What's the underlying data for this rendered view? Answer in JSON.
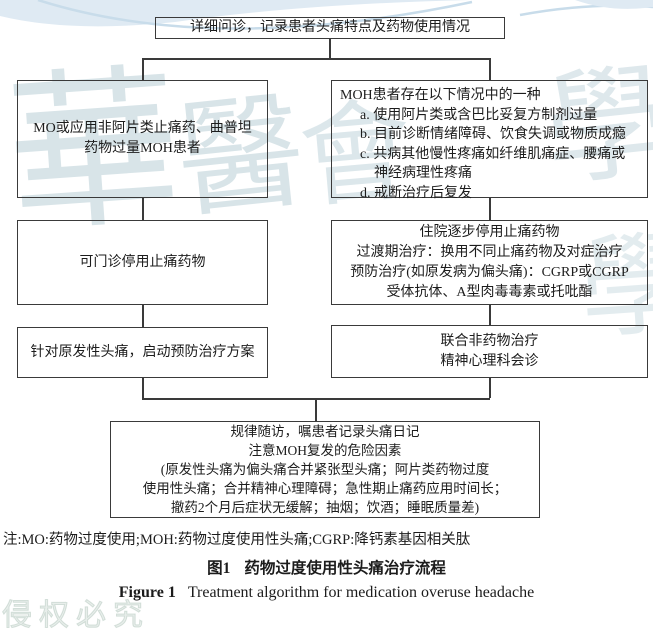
{
  "watermark": {
    "characters": [
      "華",
      "醫",
      "會",
      "學",
      "學"
    ],
    "corner_text": "侵权必究",
    "color": "#92b4c0"
  },
  "flowchart": {
    "top_box": {
      "text": "详细问诊，记录患者头痛特点及药物使用情况"
    },
    "left_column": {
      "box1": {
        "lines": [
          "MO或应用非阿片类止痛药、曲普坦",
          "药物过量MOH患者"
        ]
      },
      "box2": {
        "text": "可门诊停用止痛药物"
      },
      "box3": {
        "text": "针对原发性头痛，启动预防治疗方案"
      }
    },
    "right_column": {
      "box1": {
        "lines": [
          "MOH患者存在以下情况中的一种",
          "a. 使用阿片类或含巴比妥复方制剂过量",
          "b. 目前诊断情绪障碍、饮食失调或物质成瘾",
          "c. 共病其他慢性疼痛如纤维肌痛症、腰痛或",
          "神经病理性疼痛",
          "d. 戒断治疗后复发"
        ]
      },
      "box2": {
        "lines": [
          "住院逐步停用止痛药物",
          "过渡期治疗：换用不同止痛药物及对症治疗",
          "预防治疗(如原发病为偏头痛)：CGRP或CGRP",
          "受体抗体、A型肉毒毒素或托吡酯"
        ]
      },
      "box3": {
        "lines": [
          "联合非药物治疗",
          "精神心理科会诊"
        ]
      }
    },
    "bottom_box": {
      "lines": [
        "规律随访，嘱患者记录头痛日记",
        "注意MOH复发的危险因素",
        "(原发性头痛为偏头痛合并紧张型头痛；阿片类药物过度",
        "使用性头痛；合并精神心理障碍；急性期止痛药应用时间长；",
        "撤药2个月后症状无缓解；抽烟；饮酒；睡眠质量差)"
      ]
    }
  },
  "note": "注:MO:药物过度使用;MOH:药物过度使用性头痛;CGRP:降钙素基因相关肽",
  "caption_zh": {
    "label": "图1",
    "title": "药物过度使用性头痛治疗流程"
  },
  "caption_en": {
    "label": "Figure 1",
    "title": "Treatment algorithm for medication overuse headache"
  },
  "colors": {
    "box_border": "#3a3a3a",
    "text": "#1c1c1c",
    "watermark": "#92b4c0",
    "swoosh_fill": "#dfeaf3",
    "swoosh_stroke": "#c8dcea"
  }
}
